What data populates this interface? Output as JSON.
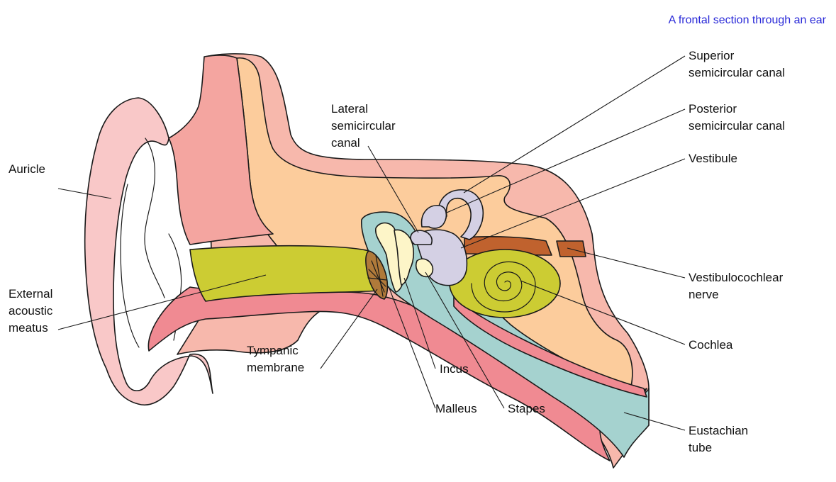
{
  "title": "A frontal section through an ear",
  "labels": {
    "auricle": [
      "Auricle"
    ],
    "external_acoustic_meatus": [
      "External",
      "acoustic",
      "meatus"
    ],
    "lateral_semicircular_canal": [
      "Lateral",
      "semicircular",
      "canal"
    ],
    "superior_semicircular_canal": [
      "Superior",
      "semicircular canal"
    ],
    "posterior_semicircular_canal": [
      "Posterior",
      "semicircular canal"
    ],
    "vestibule": [
      "Vestibule"
    ],
    "vestibulocochlear_nerve": [
      "Vestibulocochlear",
      "nerve"
    ],
    "cochlea": [
      "Cochlea"
    ],
    "tympanic_membrane": [
      "Tympanic",
      "membrane"
    ],
    "incus": [
      "Incus"
    ],
    "malleus": [
      "Malleus"
    ],
    "stapes": [
      "Stapes"
    ],
    "eustachian_tube": [
      "Eustachian",
      "tube"
    ]
  },
  "colors": {
    "title": "#2a2ad8",
    "skin_outer": "#f7b8ac",
    "auricle": "#f9c8c8",
    "skin_pink": "#f4a5a0",
    "bone": "#fccc9c",
    "ear_canal": "#cccc33",
    "middle_ear": "#a5d2cf",
    "ossicles": "#fdf5c8",
    "tympanic": "#b07a3a",
    "labyrinth": "#d4d0e4",
    "nerve": "#c0622e",
    "lining": "#f08a92"
  }
}
